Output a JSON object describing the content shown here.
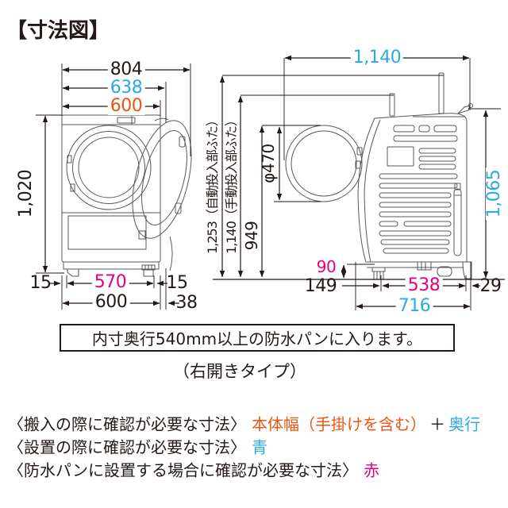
{
  "title": "【寸法図】",
  "colors": {
    "blue": "#2ca9e1",
    "orange": "#ea5514",
    "red_magenta": "#e6007e",
    "text_black": "#231815"
  },
  "front_view": {
    "overall_width": "804",
    "width_incl_hinge": "638",
    "body_width_top": "600",
    "overall_height": "1,020",
    "left_foot_inset": "15",
    "feet_width": "570",
    "right_foot_inset": "15",
    "body_width_bottom": "600",
    "hinge_protrusion": "38"
  },
  "side_view": {
    "depth_door_open": "1,140",
    "height_auto_dispenser_lid": "1,253（自動投入部ふた）",
    "height_manual_dispenser_lid": "1,140（手動投入部ふた）",
    "height_door_open_top": "949",
    "door_diameter": "φ470",
    "body_height": "1,065",
    "drain_height": "90",
    "front_overhang": "149",
    "feet_depth": "538",
    "rear_overhang": "29",
    "body_depth": "716"
  },
  "notice_box_text": "内寸奥行540mm以上の防水パンに入ります。",
  "caption": "（右開きタイプ）",
  "notes": {
    "carry_in": {
      "label": "〈搬入の際に確認が必要な寸法〉",
      "width_part": "本体幅（手掛けを含む）",
      "plus": "＋",
      "depth_part": "奥行"
    },
    "install": {
      "label": "〈設置の際に確認が必要な寸法〉",
      "value": "青"
    },
    "waterproof_pan": {
      "label": "〈防水パンに設置する場合に確認が必要な寸法〉",
      "value": "赤"
    }
  }
}
